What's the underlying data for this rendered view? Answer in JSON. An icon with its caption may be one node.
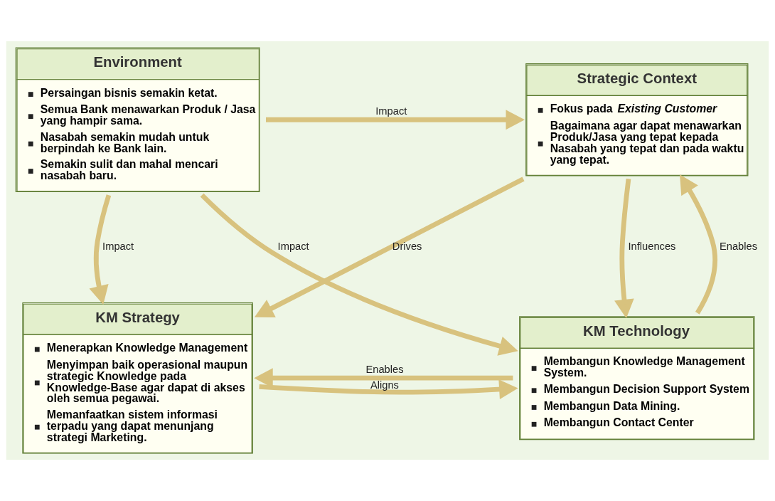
{
  "diagram": {
    "nodes": [
      {
        "text": [
          "Environment",
          "Persaingan bisnis semakin ketat.",
          "Semua Bank menawarkan Produk / Jasa yang hampir sama.",
          "Nasabah semakin mudah untuk berpindah ke Bank lain.",
          "Semakin sulit dan mahal mencari nasabah baru."
        ]
      },
      {
        "text": [
          "Strategic Context",
          "Fokus pada *Existing Customer*",
          "Bagaimana agar dapat menawarkan Produk/Jasa yang tepat kepada Nasabah yang tepat dan pada waktu yang tepat."
        ]
      },
      {
        "text": [
          "KM Strategy",
          "Menerapkan Knowledge Management",
          "Menyimpan baik operasional maupun strategic Knowledge pada Knowledge-Base agar dapat di akses oleh semua pegawai.",
          "Memanfaatkan sistem informasi terpadu yang dapat menunjang strategi Marketing."
        ]
      },
      {
        "text": [
          "KM Technology",
          "Membangun Knowledge Management System.",
          "Membangun Decision Support System",
          "Membangun Data Mining.",
          "Membangun Contact Center"
        ]
      }
    ],
    "edges": [
      {
        "from": 0,
        "to": 1,
        "arrow": "to",
        "label": "Impact"
      },
      {
        "from": 0,
        "to": 2,
        "arrow": "to",
        "label": "Impact"
      },
      {
        "from": 0,
        "to": 3,
        "arrow": "to",
        "label": "Impact"
      },
      {
        "from": 1,
        "to": 2,
        "arrow": "to",
        "label": "Drives"
      },
      {
        "from": 1,
        "to": 3,
        "arrow": "to",
        "label": "Influences"
      },
      {
        "from": 3,
        "to": 1,
        "arrow": "to",
        "label": "Enables"
      },
      {
        "from": 3,
        "to": 2,
        "arrow": "to",
        "label": "Enables"
      },
      {
        "from": 2,
        "to": 3,
        "arrow": "to",
        "label": "Aligns"
      }
    ]
  }
}
